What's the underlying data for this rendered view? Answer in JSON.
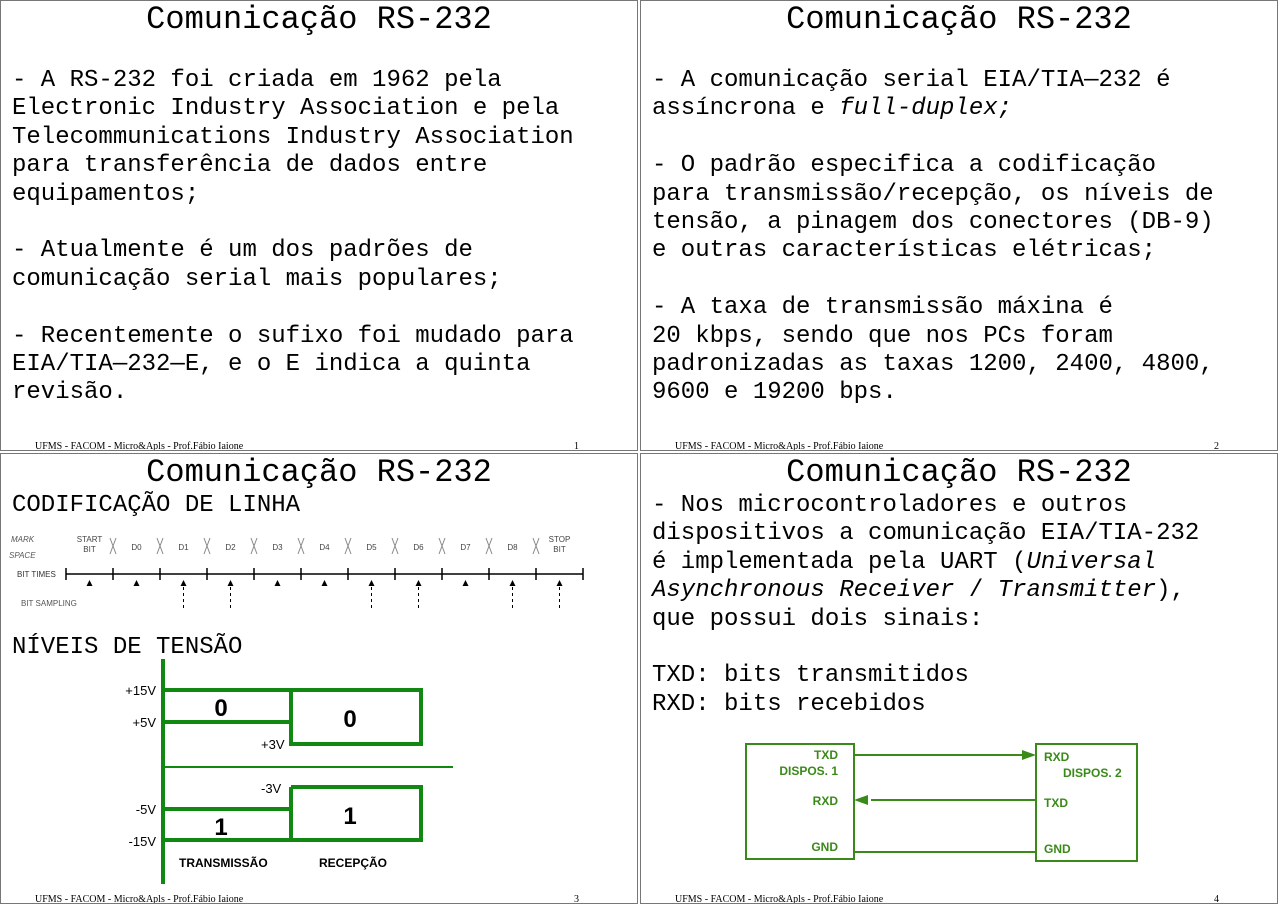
{
  "footer": "UFMS - FACOM - Micro&Apls - Prof.Fábio Iaione",
  "slides": [
    {
      "title": "Comunicação RS-232",
      "page": "1",
      "lines": [
        "- A RS-232 foi criada em 1962 pela",
        "Electronic Industry Association e pela",
        "Telecommunications Industry Association",
        "para transferência de dados entre",
        "equipamentos;",
        "",
        "- Atualmente é um dos padrões de",
        "comunicação serial mais populares;",
        "",
        "- Recentemente o sufixo foi mudado para",
        "EIA/TIA—232—E, e o E indica a quinta",
        "revisão."
      ]
    },
    {
      "title": "Comunicação RS-232",
      "page": "2",
      "l1": "- A comunicação serial EIA/TIA—232 é",
      "l2a": "assíncrona e ",
      "l2b": "full-duplex;",
      "lines": [
        "",
        "- O padrão especifica a codificação",
        "para transmissão/recepção, os níveis de",
        "tensão, a pinagem dos conectores (DB-9)",
        "e outras características elétricas;",
        "",
        "- A taxa de transmissão máxina é",
        "20 kbps, sendo que nos PCs foram",
        "padronizadas as taxas 1200, 2400, 4800,",
        "9600 e 19200 bps."
      ]
    },
    {
      "title": "Comunicação RS-232",
      "page": "3",
      "heading1": "CODIFICAÇÃO DE LINHA",
      "heading2": "NÍVEIS DE TENSÃO",
      "coding": {
        "mark": "MARK",
        "space": "SPACE",
        "bit_times": "BIT TIMES",
        "bit_sampling": "BIT SAMPLING",
        "bits": [
          "START BIT",
          "D0",
          "D1",
          "D2",
          "D3",
          "D4",
          "D5",
          "D6",
          "D7",
          "D8",
          "STOP BIT"
        ]
      },
      "levels": {
        "v15p": "+15V",
        "v5p": "+5V",
        "v3p": "+3V",
        "v3n": "-3V",
        "v5n": "-5V",
        "v15n": "-15V",
        "tx0": "0",
        "rx0": "0",
        "tx1": "1",
        "rx1": "1",
        "tx": "TRANSMISSÃO",
        "rx": "RECEPÇÃO",
        "color": "#118811"
      }
    },
    {
      "title": "Comunicação RS-232",
      "page": "4",
      "l1": "- Nos microcontroladores e outros",
      "l2": "dispositivos a comunicação EIA/TIA-232",
      "l3a": "é implementada pela UART (",
      "l3b": "Universal",
      "l4a": "Asynchronous Receiver",
      "l4b": " / ",
      "l4c": "Transmitter",
      "l4d": "),",
      "l5": "que possui dois sinais:",
      "l7": "TXD: bits transmitidos",
      "l8": "RXD: bits recebidos",
      "diagram": {
        "d1": "DISPOS. 1",
        "d2": "DISPOS. 2",
        "txd": "TXD",
        "rxd": "RXD",
        "gnd": "GND",
        "color": "#3a8a1a"
      }
    }
  ]
}
